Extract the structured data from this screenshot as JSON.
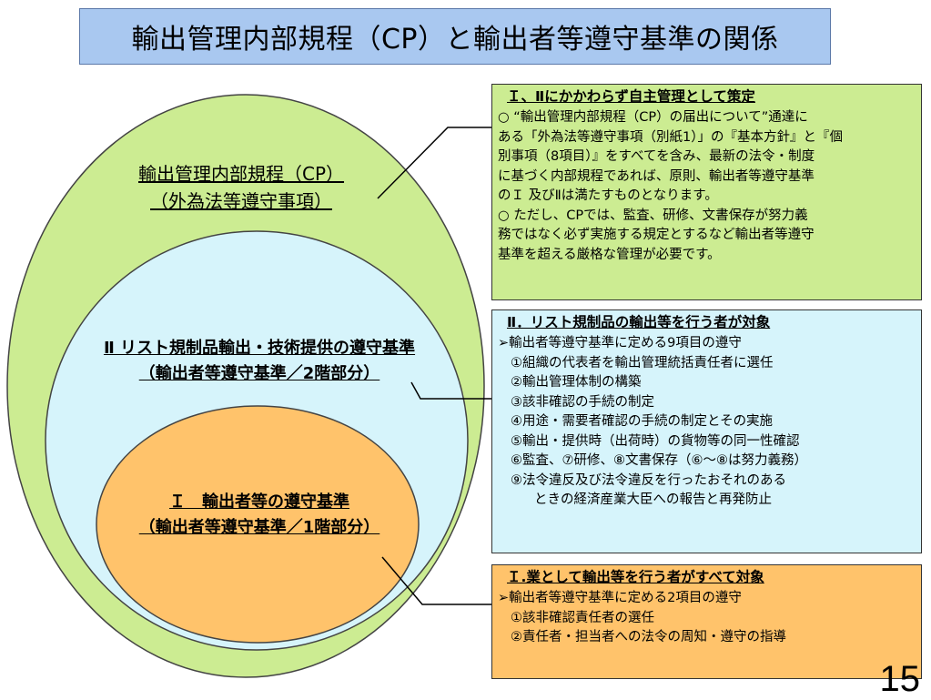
{
  "title": "輸出管理内部規程（CP）と輸出者等遵守基準の関係",
  "ellipses": {
    "cp": [
      "輸出管理内部規程（CP）",
      "（外為法等遵守事項）"
    ],
    "ii": [
      "Ⅱ リスト規制品輸出・技術提供の遵守基準",
      "（輸出者等遵守基準／2階部分）"
    ],
    "i": [
      "Ｉ　輸出者等の遵守基準",
      "（輸出者等遵守基準／1階部分）"
    ]
  },
  "panels": {
    "p1": {
      "heading": "Ｉ、Ⅱにかかわらず自主管理として策定",
      "lines": [
        "○ “輸出管理内部規程（CP）の届出について”通達に",
        "ある「外為法等遵守事項（別紙1）」の『基本方針』と『個",
        "別事項（8項目）』をすべてを含み、最新の法令・制度",
        "に基づく内部規程であれば、原則、輸出者等遵守基準",
        "のＩ 及びⅡは満たすものとなります。",
        "○ ただし、CPでは、監査、研修、文書保存が努力義",
        "務ではなく必ず実施する規定とするなど輸出者等遵守",
        "基準を超える厳格な管理が必要です。"
      ]
    },
    "p2": {
      "heading": "Ⅱ．リスト規制品の輸出等を行う者が対象",
      "lines": [
        "➢輸出者等遵守基準に定める9項目の遵守",
        "①組織の代表者を輸出管理統括責任者に選任",
        "②輸出管理体制の構築",
        "③該非確認の手続の制定",
        "④用途・需要者確認の手続の制定とその実施",
        "⑤輸出・提供時（出荷時）の貨物等の同一性確認",
        "⑥監査、⑦研修、⑧文書保存（⑥～⑧は努力義務）",
        "⑨法令違反及び法令違反を行ったおそれのある",
        "ときの経済産業大臣への報告と再発防止"
      ]
    },
    "p3": {
      "heading": "Ｉ.業として輸出等を行う者がすべて対象",
      "lines": [
        "➢輸出者等遵守基準に定める2項目の遵守",
        "①該非確認責任者の選任",
        "②責任者・担当者への法令の周知・遵守の指導"
      ]
    }
  },
  "page_number": "15",
  "colors": {
    "green": "#ccec92",
    "light_blue": "#d6f4fb",
    "orange": "#ffc36b",
    "title_blue": "#a9c8f0"
  }
}
